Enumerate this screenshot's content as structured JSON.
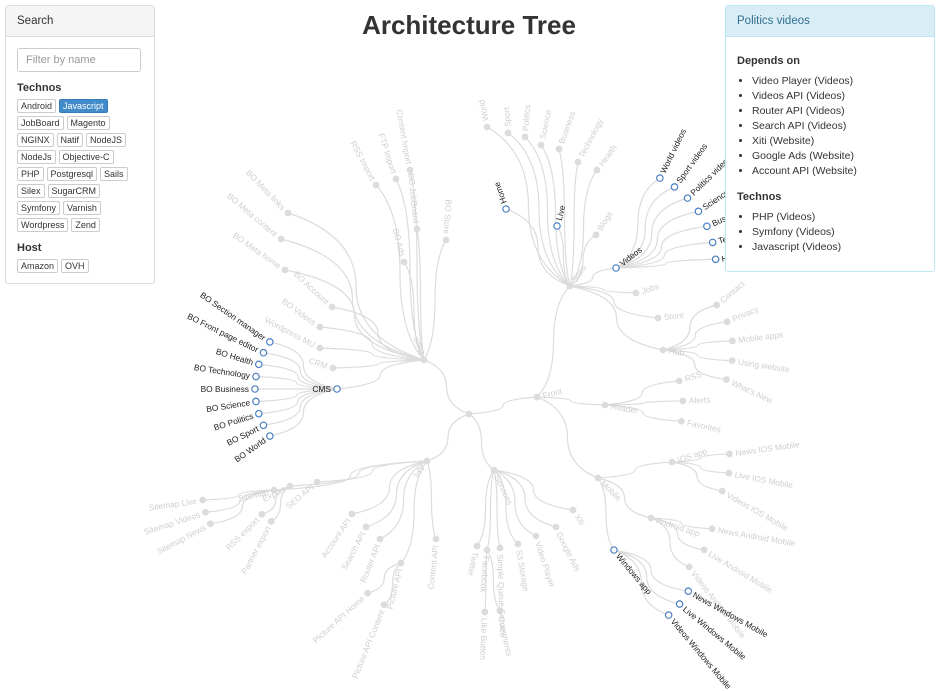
{
  "page": {
    "title": "Architecture Tree"
  },
  "search_panel": {
    "heading": "Search",
    "filter_placeholder": "Filter by name",
    "technos_label": "Technos",
    "technos": [
      {
        "label": "Android",
        "active": false
      },
      {
        "label": "Javascript",
        "active": true
      },
      {
        "label": "JobBoard",
        "active": false
      },
      {
        "label": "Magento",
        "active": false
      },
      {
        "label": "NGINX",
        "active": false
      },
      {
        "label": "Natif",
        "active": false
      },
      {
        "label": "NodeJS",
        "active": false
      },
      {
        "label": "NodeJs",
        "active": false
      },
      {
        "label": "Objective-C",
        "active": false
      },
      {
        "label": "PHP",
        "active": false
      },
      {
        "label": "Postgresql",
        "active": false
      },
      {
        "label": "Sails",
        "active": false
      },
      {
        "label": "Silex",
        "active": false
      },
      {
        "label": "SugarCRM",
        "active": false
      },
      {
        "label": "Symfony",
        "active": false
      },
      {
        "label": "Varnish",
        "active": false
      },
      {
        "label": "Wordpress",
        "active": false
      },
      {
        "label": "Zend",
        "active": false
      }
    ],
    "host_label": "Host",
    "hosts": [
      {
        "label": "Amazon"
      },
      {
        "label": "OVH"
      }
    ]
  },
  "detail_panel": {
    "heading": "Politics videos",
    "depends_label": "Depends on",
    "depends": [
      "Video Player (Videos)",
      "Videos API (Videos)",
      "Router API (Videos)",
      "Search API (Videos)",
      "Xiti (Website)",
      "Google Ads (Website)",
      "Account API (Website)"
    ],
    "technos_label": "Technos",
    "technos": [
      "PHP (Videos)",
      "Symfony (Videos)",
      "Javascript (Videos)"
    ]
  },
  "tree": {
    "root_label": "",
    "colors": {
      "link": "#dcdcdc",
      "faded_node": "#dcdcdc",
      "faded_text": "#cfcfcf",
      "highlight": "#4a7fc0",
      "highlight_text": "#222222"
    },
    "children": [
      {
        "name": "Front",
        "children": [
          {
            "name": "Sites",
            "children": [
              {
                "name": "Home",
                "hl": true
              },
              {
                "name": "Live",
                "hl": true
              },
              {
                "name": "Blogs"
              },
              {
                "name": "Videos",
                "hl": true,
                "children": [
                  {
                    "name": "World videos",
                    "hl": true
                  },
                  {
                    "name": "Sport videos",
                    "hl": true
                  },
                  {
                    "name": "Politics videos",
                    "hl": true
                  },
                  {
                    "name": "Science videos",
                    "hl": true
                  },
                  {
                    "name": "Business videos",
                    "hl": true
                  },
                  {
                    "name": "Technology videos",
                    "hl": true
                  },
                  {
                    "name": "Health videos",
                    "hl": true
                  }
                ]
              },
              {
                "name": "Jobs"
              },
              {
                "name": "Store"
              },
              {
                "name": "Hub",
                "children": [
                  {
                    "name": "Contact"
                  },
                  {
                    "name": "Privacy"
                  },
                  {
                    "name": "Mobile apps"
                  },
                  {
                    "name": "Using website"
                  },
                  {
                    "name": "What's New"
                  }
                ]
              },
              {
                "name": "World"
              },
              {
                "name": "Sport"
              },
              {
                "name": "Politics"
              },
              {
                "name": "Science"
              },
              {
                "name": "Business"
              },
              {
                "name": "Technology"
              },
              {
                "name": "Health"
              }
            ]
          },
          {
            "name": "Reader",
            "children": [
              {
                "name": "RSS"
              },
              {
                "name": "Alerts"
              },
              {
                "name": "Favorites"
              }
            ]
          },
          {
            "name": "Mobile",
            "children": [
              {
                "name": "IOS app",
                "children": [
                  {
                    "name": "News IOS Mobile"
                  },
                  {
                    "name": "Live IOS Mobile"
                  },
                  {
                    "name": "Videos IOS Mobile"
                  }
                ]
              },
              {
                "name": "Android app",
                "children": [
                  {
                    "name": "News Android Mobile"
                  },
                  {
                    "name": "Live Android Mobile"
                  },
                  {
                    "name": "Videos Android Mobile"
                  }
                ]
              },
              {
                "name": "Windows app",
                "hl": true,
                "children": [
                  {
                    "name": "News Windows Mobile",
                    "hl": true
                  },
                  {
                    "name": "Live Windows Mobile",
                    "hl": true
                  },
                  {
                    "name": "Videos Windows Mobile",
                    "hl": true
                  }
                ]
              }
            ]
          }
        ]
      },
      {
        "name": "Back",
        "children": [
          {
            "name": "CMS",
            "hl": true,
            "children": [
              {
                "name": "BO Section manager",
                "hl": true
              },
              {
                "name": "BO Front page editor",
                "hl": true
              },
              {
                "name": "BO Health",
                "hl": true
              },
              {
                "name": "BO Technology",
                "hl": true
              },
              {
                "name": "BO Business",
                "hl": true
              },
              {
                "name": "BO Science",
                "hl": true
              },
              {
                "name": "BO Politics",
                "hl": true
              },
              {
                "name": "BO Sport",
                "hl": true
              },
              {
                "name": "BO World",
                "hl": true
              }
            ]
          },
          {
            "name": "CRM"
          },
          {
            "name": "Wordpress MU"
          },
          {
            "name": "BO Videos"
          },
          {
            "name": "BO Account"
          },
          {
            "name": "BO Meta home"
          },
          {
            "name": "BO Meta content"
          },
          {
            "name": "BO Meta links"
          },
          {
            "name": "RSS Import"
          },
          {
            "name": "FTP Import"
          },
          {
            "name": "Content Import"
          },
          {
            "name": "BO Ads"
          },
          {
            "name": "BO JobBoard"
          },
          {
            "name": "BO Store"
          }
        ]
      },
      {
        "name": "API",
        "children": [
          {
            "name": "Sitemap",
            "children": [
              {
                "name": "Sitemap Live"
              },
              {
                "name": "Sitemap Videos"
              },
              {
                "name": "Sitemap News"
              }
            ]
          },
          {
            "name": "Export",
            "children": [
              {
                "name": "RSS export"
              },
              {
                "name": "Partner export"
              }
            ]
          },
          {
            "name": "SEO API"
          },
          {
            "name": "Account API"
          },
          {
            "name": "Search API"
          },
          {
            "name": "Router API"
          },
          {
            "name": "Picture API",
            "children": [
              {
                "name": "Picture API Home"
              },
              {
                "name": "Picture API Content"
              }
            ]
          },
          {
            "name": "Content API"
          }
        ]
      },
      {
        "name": "Services",
        "children": [
          {
            "name": "Twitter"
          },
          {
            "name": "Facebook",
            "children": [
              {
                "name": "Like Button"
              },
              {
                "name": "Comments"
              }
            ]
          },
          {
            "name": "Simple Queue Service"
          },
          {
            "name": "S3 Storage"
          },
          {
            "name": "Video Player"
          },
          {
            "name": "Google Ads"
          },
          {
            "name": "Xiti"
          }
        ]
      }
    ]
  }
}
